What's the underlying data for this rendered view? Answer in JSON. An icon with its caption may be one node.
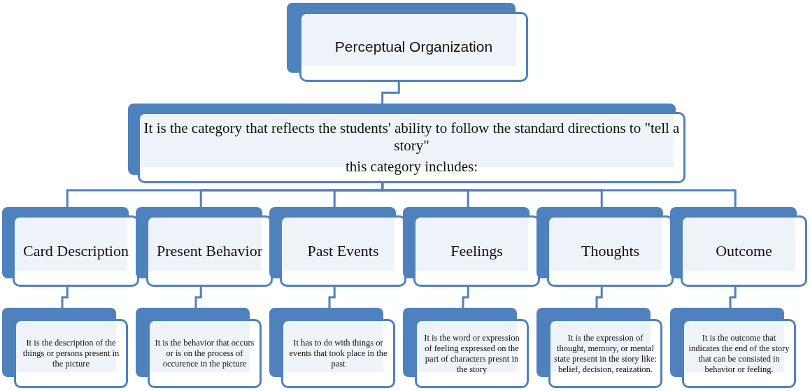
{
  "diagram": {
    "nodes": [
      {
        "text": [
          "Perceptual Organization"
        ]
      },
      {
        "text": [
          "It is the category that reflects the students' ability to follow the standard directions to \"tell a story\"",
          "this category includes:"
        ]
      },
      {
        "text": [
          "Card Description"
        ]
      },
      {
        "text": [
          "Present Behavior"
        ]
      },
      {
        "text": [
          "Past Events"
        ]
      },
      {
        "text": [
          "Feelings"
        ]
      },
      {
        "text": [
          "Thoughts"
        ]
      },
      {
        "text": [
          "Outcome"
        ]
      },
      {
        "text": [
          "It is the description of the things or persons present in the picture"
        ]
      },
      {
        "text": [
          "It is the behavior that occurs or is on the process of occurence in the picture"
        ]
      },
      {
        "text": [
          "It has to do with things or events that took place in the past"
        ]
      },
      {
        "text": [
          "It is the word or expression of feeling expressed on the part of characters presnt in the story"
        ]
      },
      {
        "text": [
          "It is the expression of thought, memory, or mental state present in the story like: belief, decision, reaization."
        ]
      },
      {
        "text": [
          "It is the outcome that indicates the end of the story that can be consisted in behavior or feeling."
        ]
      }
    ],
    "edges": [
      {
        "from": 0,
        "to": 1,
        "arrow": "none"
      },
      {
        "from": 1,
        "to": 2,
        "arrow": "none"
      },
      {
        "from": 1,
        "to": 3,
        "arrow": "none"
      },
      {
        "from": 1,
        "to": 4,
        "arrow": "none"
      },
      {
        "from": 1,
        "to": 5,
        "arrow": "none"
      },
      {
        "from": 1,
        "to": 6,
        "arrow": "none"
      },
      {
        "from": 1,
        "to": 7,
        "arrow": "none"
      },
      {
        "from": 2,
        "to": 8,
        "arrow": "none"
      },
      {
        "from": 3,
        "to": 9,
        "arrow": "none"
      },
      {
        "from": 4,
        "to": 10,
        "arrow": "none"
      },
      {
        "from": 5,
        "to": 11,
        "arrow": "none"
      },
      {
        "from": 6,
        "to": 12,
        "arrow": "none"
      },
      {
        "from": 7,
        "to": 13,
        "arrow": "none"
      }
    ]
  }
}
